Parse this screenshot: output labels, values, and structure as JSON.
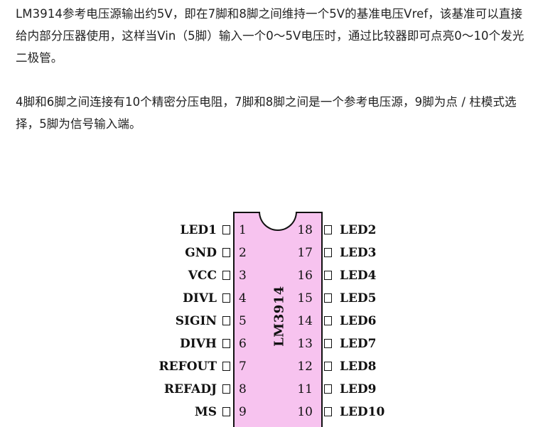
{
  "paragraphs": [
    "LM3914参考电压源输出约5V，即在7脚和8脚之间维持一个5V的基准电压Vref，该基准可以直接给内部分压器使用，这样当Vin（5脚）输入一个0～5V电压时，通过比较器即可点亮0～10个发光二极管。",
    "4脚和6脚之间连接有10个精密分压电阻，7脚和8脚之间是一个参考电压源，9脚为点 / 柱模式选择，5脚为信号输入端。"
  ],
  "chip": {
    "name": "LM3914",
    "body_color": "#f7c3ef",
    "left_pins": [
      {
        "num": "1",
        "label": "LED1"
      },
      {
        "num": "2",
        "label": "GND"
      },
      {
        "num": "3",
        "label": "VCC"
      },
      {
        "num": "4",
        "label": "DIVL"
      },
      {
        "num": "5",
        "label": "SIGIN"
      },
      {
        "num": "6",
        "label": "DIVH"
      },
      {
        "num": "7",
        "label": "REFOUT"
      },
      {
        "num": "8",
        "label": "REFADJ"
      },
      {
        "num": "9",
        "label": "MS"
      }
    ],
    "right_pins": [
      {
        "num": "18",
        "label": "LED2"
      },
      {
        "num": "17",
        "label": "LED3"
      },
      {
        "num": "16",
        "label": "LED4"
      },
      {
        "num": "15",
        "label": "LED5"
      },
      {
        "num": "14",
        "label": "LED6"
      },
      {
        "num": "13",
        "label": "LED7"
      },
      {
        "num": "12",
        "label": "LED8"
      },
      {
        "num": "11",
        "label": "LED9"
      },
      {
        "num": "10",
        "label": "LED10"
      }
    ]
  }
}
